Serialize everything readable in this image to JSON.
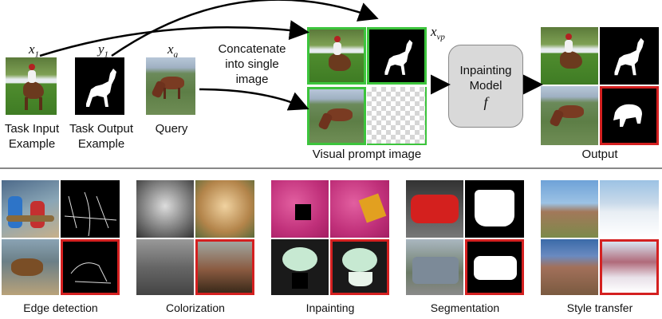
{
  "top": {
    "var_x1_main": "x",
    "var_x1_sub": "1",
    "var_y1_main": "y",
    "var_y1_sub": "1",
    "var_xq_main": "x",
    "var_xq_sub": "q",
    "var_xvp_main": "x",
    "var_xvp_sub": "vp",
    "task_input_label_line1": "Task Input",
    "task_input_label_line2": "Example",
    "task_output_label_line1": "Task Output",
    "task_output_label_line2": "Example",
    "query_label": "Query",
    "concat_line1": "Concatenate",
    "concat_line2": "into single",
    "concat_line3": "image",
    "visual_prompt_label": "Visual prompt image",
    "model_line1": "Inpainting",
    "model_line2": "Model",
    "model_symbol": "f",
    "output_label": "Output"
  },
  "tasks": [
    {
      "label": "Edge detection"
    },
    {
      "label": "Colorization"
    },
    {
      "label": "Inpainting"
    },
    {
      "label": "Segmentation"
    },
    {
      "label": "Style transfer"
    }
  ],
  "colors": {
    "highlight_green": "#3cc43c",
    "highlight_red": "#d42020",
    "model_box_fill": "#d9d9d9",
    "divider": "#888888"
  }
}
